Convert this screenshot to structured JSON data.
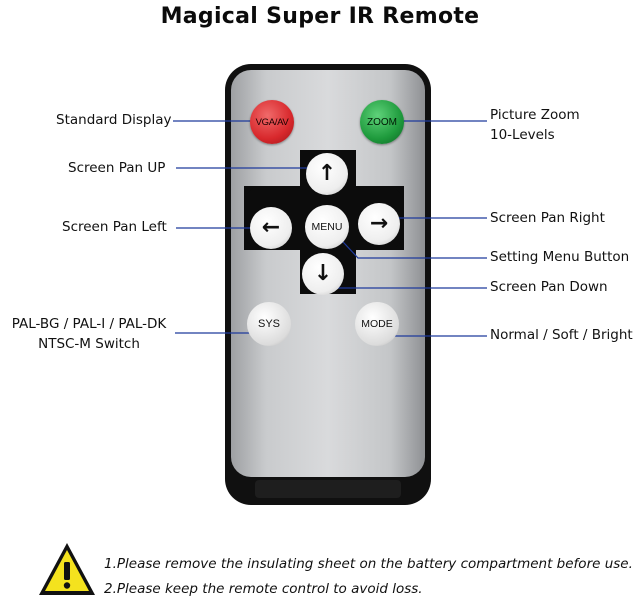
{
  "title": "Magical Super IR Remote",
  "buttons": {
    "vga_av": "VGA/AV",
    "zoom": "ZOOM",
    "menu": "MENU",
    "sys": "SYS",
    "mode": "MODE",
    "up": "↑",
    "down": "↓",
    "left": "←",
    "right": "→"
  },
  "callouts": {
    "standard_display": "Standard Display",
    "picture_zoom_1": "Picture Zoom",
    "picture_zoom_2": "10-Levels",
    "screen_pan_up": "Screen Pan UP",
    "screen_pan_left": "Screen Pan Left",
    "screen_pan_right": "Screen Pan Right",
    "setting_menu": "Setting Menu Button",
    "screen_pan_down": "Screen Pan Down",
    "pal_1": "PAL-BG / PAL-I / PAL-DK",
    "pal_2": "NTSC-M Switch",
    "normal_soft_bright": "Normal / Soft / Bright"
  },
  "notes": [
    "1.Please remove the insulating sheet on the battery compartment before use.",
    "2.Please keep the remote control to avoid loss."
  ],
  "icons": {
    "warning": "warning-triangle-icon"
  },
  "colors": {
    "red_button": "#d8282c",
    "green_button": "#1e9a3c",
    "callout_line": "#1e3a9c",
    "warning_fill": "#f4e21e"
  }
}
